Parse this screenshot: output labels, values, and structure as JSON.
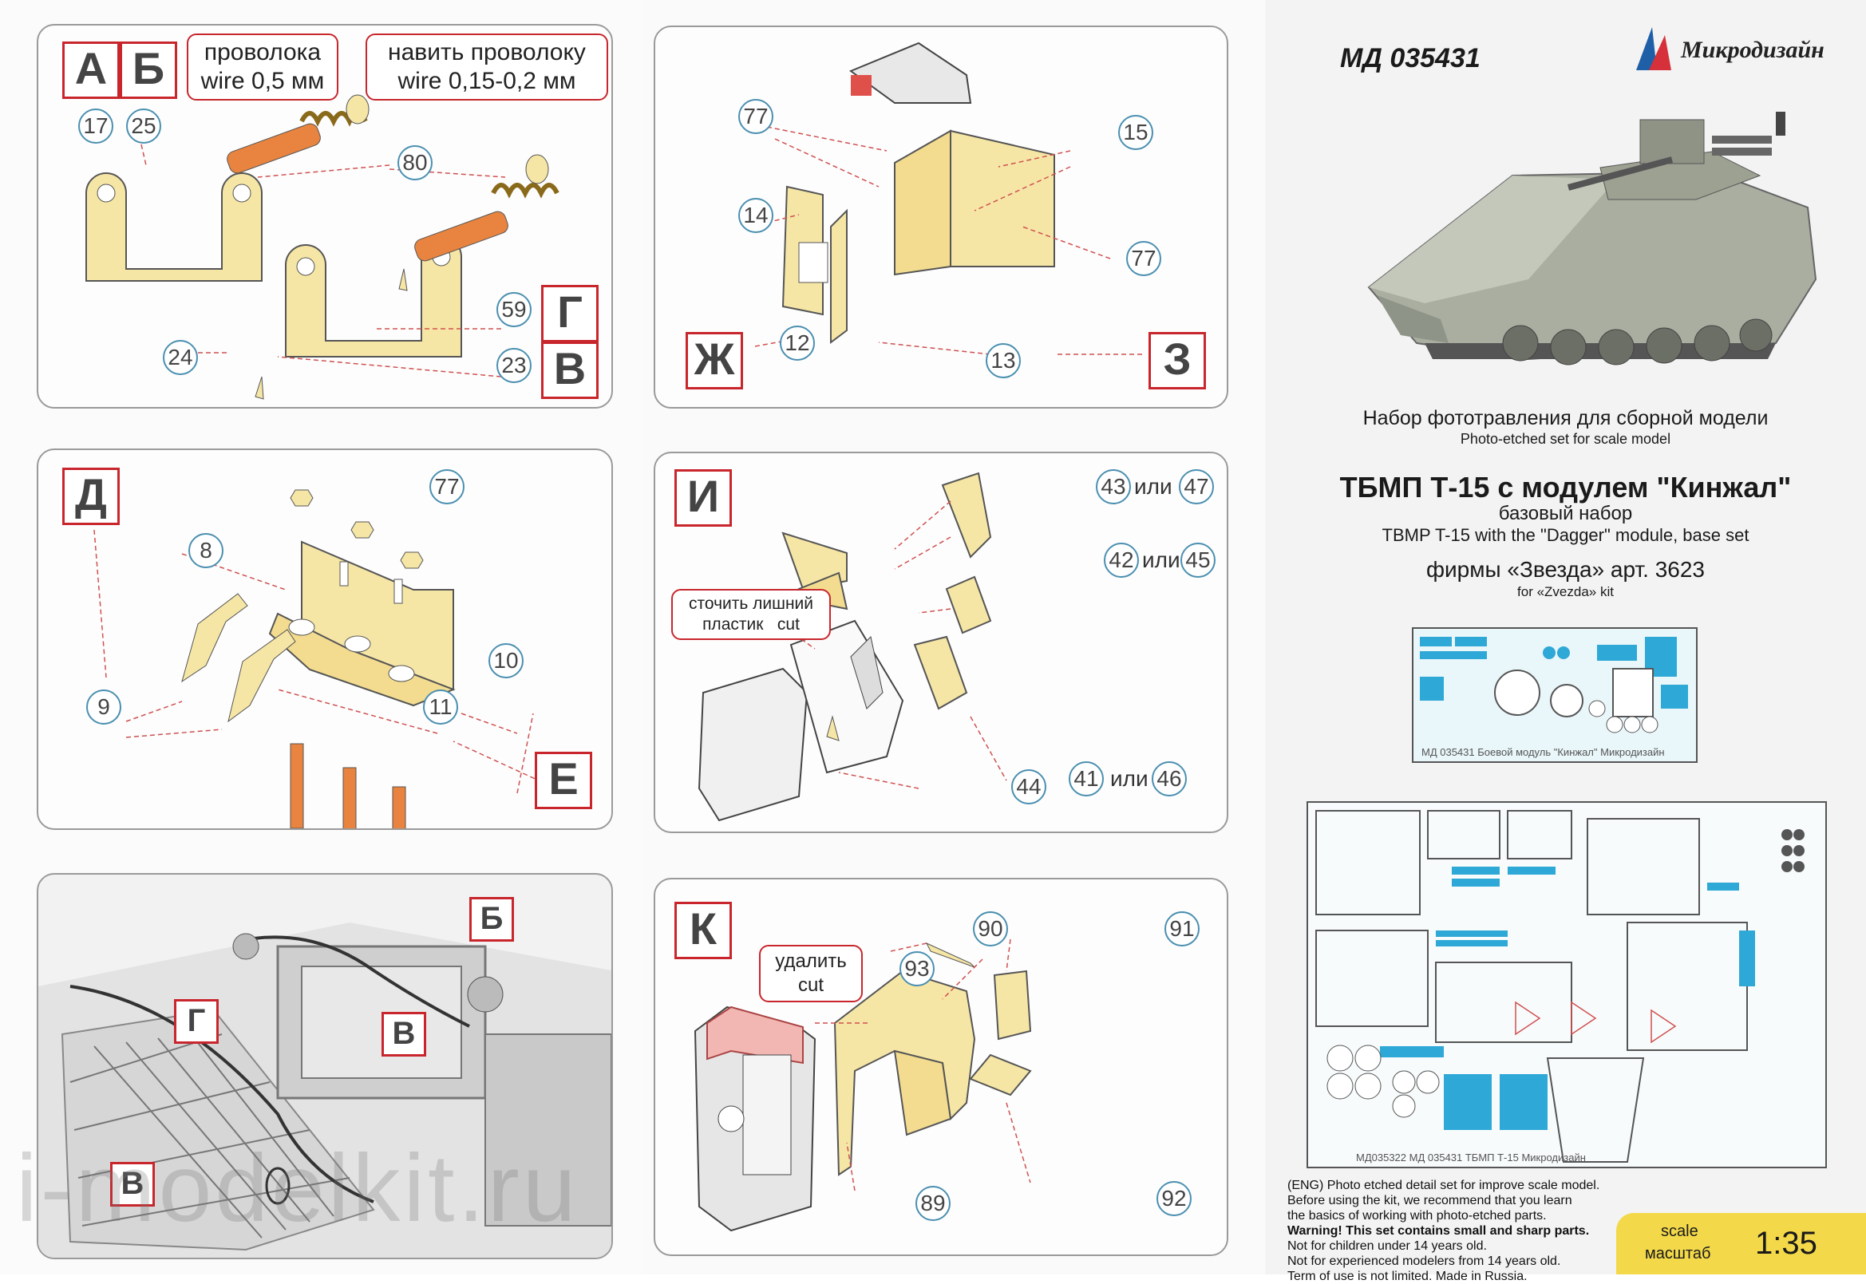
{
  "panel_a": {
    "steps": [
      "А",
      "Б",
      "Г",
      "В"
    ],
    "note1": "проволока\nwire 0,5 мм",
    "note2": "навить проволоку\nwire 0,15-0,2 мм",
    "parts": [
      "17",
      "25",
      "80",
      "59",
      "24",
      "23"
    ]
  },
  "panel_d": {
    "steps": [
      "Д",
      "Е"
    ],
    "parts": [
      "77",
      "8",
      "10",
      "9",
      "11"
    ]
  },
  "panel_v": {
    "labels": [
      "Б",
      "Г",
      "В",
      "В"
    ]
  },
  "panel_zh": {
    "steps": [
      "Ж",
      "З"
    ],
    "parts": [
      "77",
      "15",
      "14",
      "77",
      "12",
      "13"
    ]
  },
  "panel_i": {
    "step": "И",
    "note": "сточить лишний\nпластик   cut",
    "parts": [
      "43",
      "47",
      "42",
      "45",
      "44",
      "41",
      "46"
    ],
    "ili": "или"
  },
  "panel_k": {
    "step": "К",
    "note": "удалить\ncut",
    "parts": [
      "90",
      "91",
      "93",
      "89",
      "92"
    ]
  },
  "cover": {
    "code": "МД 035431",
    "brand": "Микродизайн",
    "ru_subtitle": "Набор фототравления для сборной модели",
    "en_subtitle": "Photo-etched set for scale model",
    "title": "ТБМП Т-15 с модулем \"Кинжал\"",
    "base_ru": "базовый набор",
    "title_en": "TBMP T-15 with the \"Dagger\" module, base set",
    "firm": "фирмы «Звезда» арт. 3623",
    "firm_en": "for «Zvezda» kit",
    "sheet1_caption": "МД 035431   Боевой модуль \"Кинжал\"   Микродизайн",
    "sheet2_caption": "МД035322   МД 035431   ТБМП Т-15   Микродизайн",
    "eng_lines": [
      "(ENG) Photo etched detail set for improve scale model.",
      "Before using the kit, we recommend that you learn",
      "the basics of working with photo-etched parts.",
      "Warning! This set contains small and sharp parts.",
      "Not for children under 14 years old.",
      "Not for experienced modelers from 14 years old.",
      "Term of use is not limited. Made in Russia."
    ],
    "scale_label_en": "scale",
    "scale_label_ru": "масштаб",
    "scale_value": "1:35"
  },
  "watermark": "i-modelkit.ru",
  "colors": {
    "accent_red": "#c8262c",
    "circle_blue": "#4a8fb0",
    "part_yellow": "#f6e6a6",
    "wire_orange": "#e8843f",
    "scale_yellow": "#f3d94a"
  }
}
